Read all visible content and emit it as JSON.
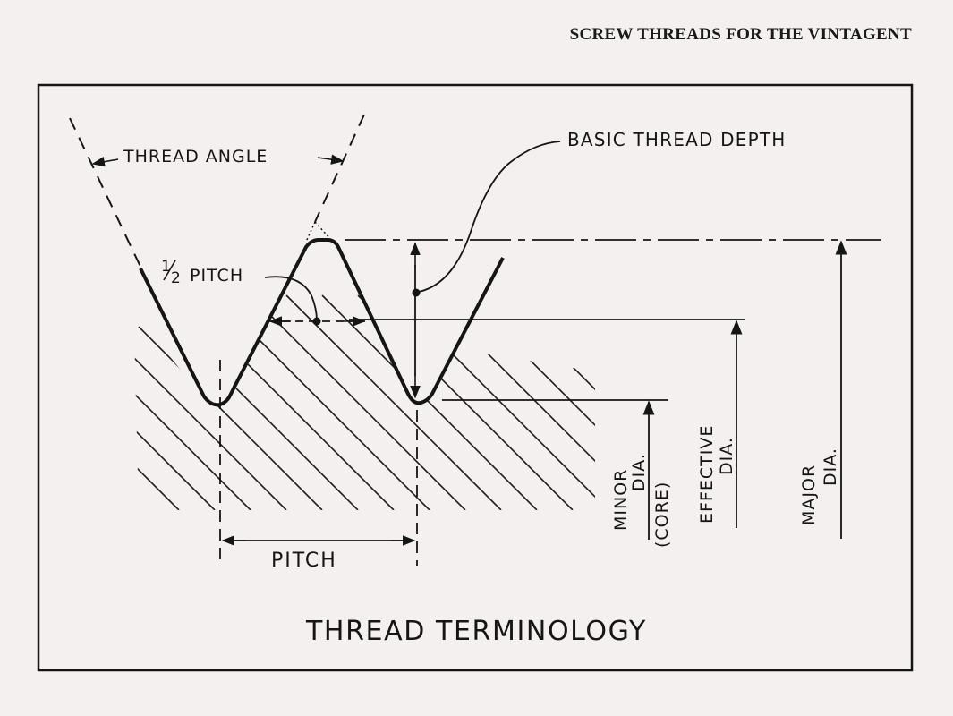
{
  "header": {
    "title": "SCREW THREADS FOR THE VINTAGENT"
  },
  "labels": {
    "thread_angle": "THREAD ANGLE",
    "half_pitch_num": "1",
    "half_pitch_den": "2",
    "half_pitch": "PITCH",
    "basic_depth": "BASIC THREAD DEPTH",
    "pitch": "PITCH",
    "minor_line1": "MINOR",
    "minor_line2": "DIA.",
    "minor_line3": "(CORE)",
    "effective_line1": "EFFECTIVE",
    "effective_line2": "DIA.",
    "major_line1": "MAJOR",
    "major_line2": "DIA."
  },
  "caption": "THREAD TERMINOLOGY"
}
